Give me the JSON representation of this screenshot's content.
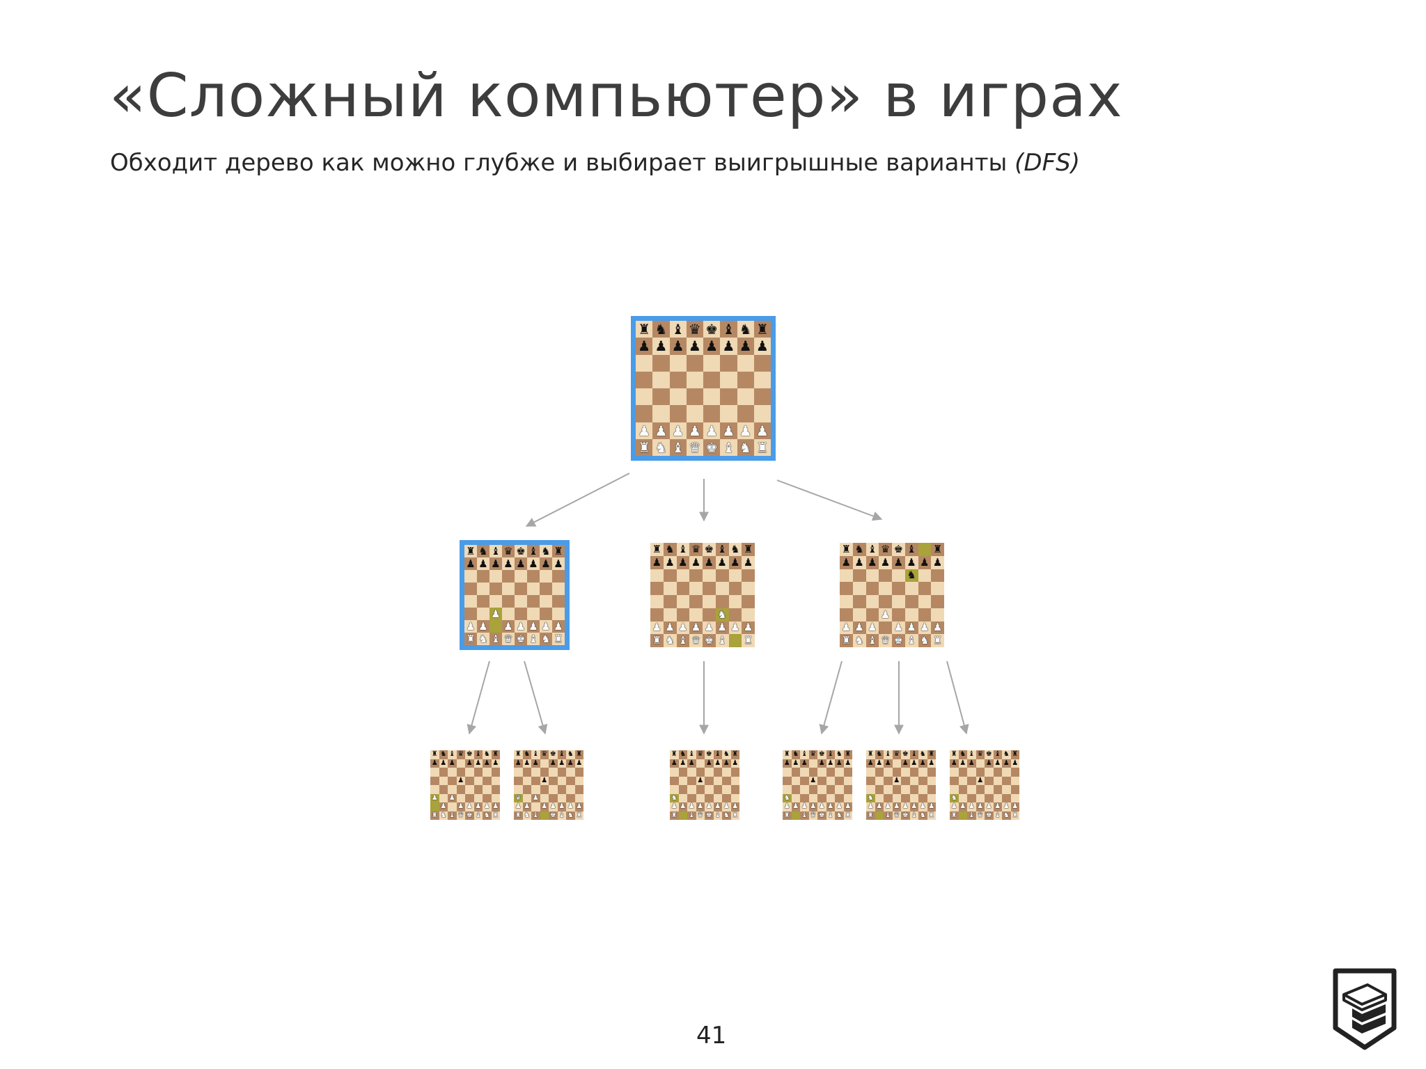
{
  "title": "«Сложный компьютер» в играх",
  "subtitle": {
    "text": "Обходит дерево как можно глубже и выбирает выигрышные варианты ",
    "emphasis": "(DFS)"
  },
  "page_number": "41",
  "colors": {
    "selection": "#4a9be8",
    "light_square": "#f0d9b5",
    "dark_square": "#b58863",
    "highlight": "#aaa23a",
    "arrow": "#a6a6a6"
  },
  "icons": {
    "logo": "shield-book-logo-icon"
  },
  "tree": {
    "root": {
      "selected": true,
      "ranks": [
        "rnbqkbnr",
        "pppppppp",
        "........",
        "........",
        "........",
        "........",
        "PPPPPPPP",
        "RNBQKBNR"
      ],
      "highlight": [],
      "children": [
        {
          "selected": true,
          "ranks": [
            "rnbqkbnr",
            "pppppppp",
            "........",
            "........",
            "........",
            "..P.....",
            "PP.PPPPP",
            "RNBQKBNR"
          ],
          "highlight": [
            "c2",
            "c3"
          ],
          "children": [
            {
              "ranks": [
                "rnbqkbnr",
                "ppp.pppp",
                "........",
                "...p....",
                "........",
                "P.P.....",
                ".P.PPPPP",
                "RNBQKBNR"
              ],
              "highlight": [
                "a2",
                "a3"
              ]
            },
            {
              "ranks": [
                "rnbqkbnr",
                "ppp.pppp",
                "........",
                "...p....",
                "........",
                "Q.P.....",
                "PP.PPPPP",
                "RNB.KBNR"
              ],
              "highlight": [
                "d1",
                "a3"
              ]
            }
          ]
        },
        {
          "selected": false,
          "ranks": [
            "rnbqkbnr",
            "pppppppp",
            "........",
            "........",
            "........",
            ".....N..",
            "PPPPPPPP",
            "RNBQKB.R"
          ],
          "highlight": [
            "g1",
            "f3"
          ],
          "children": [
            {
              "ranks": [
                "rnbqkbnr",
                "ppp.pppp",
                "........",
                "...p....",
                "........",
                "N.......",
                "PPPPPPPP",
                "R.BQKBNR"
              ],
              "highlight": [
                "b1",
                "a3"
              ]
            }
          ]
        },
        {
          "selected": false,
          "ranks": [
            "rnbqkb.r",
            "pppppppp",
            ".....n..",
            "........",
            "........",
            "...P....",
            "PPP.PPPP",
            "RNBQKBNR"
          ],
          "highlight": [
            "g8",
            "f6"
          ],
          "children": [
            {
              "ranks": [
                "rnbqkbnr",
                "ppp.pppp",
                "........",
                "...p....",
                "........",
                "N.......",
                "PPPPPPPP",
                "R.BQKBNR"
              ],
              "highlight": [
                "b1",
                "a3"
              ]
            },
            {
              "ranks": [
                "rnbqkbnr",
                "ppp.pppp",
                "........",
                "...p....",
                "........",
                "N.......",
                "PPPPPPPP",
                "R.BQKBNR"
              ],
              "highlight": [
                "b1",
                "a3"
              ]
            },
            {
              "ranks": [
                "rnbqkbnr",
                "ppp.pppp",
                "........",
                "...p....",
                "........",
                "N.......",
                "PPPPPPPP",
                "R.BQKBNR"
              ],
              "highlight": [
                "b1",
                "a3"
              ]
            }
          ]
        }
      ]
    }
  }
}
